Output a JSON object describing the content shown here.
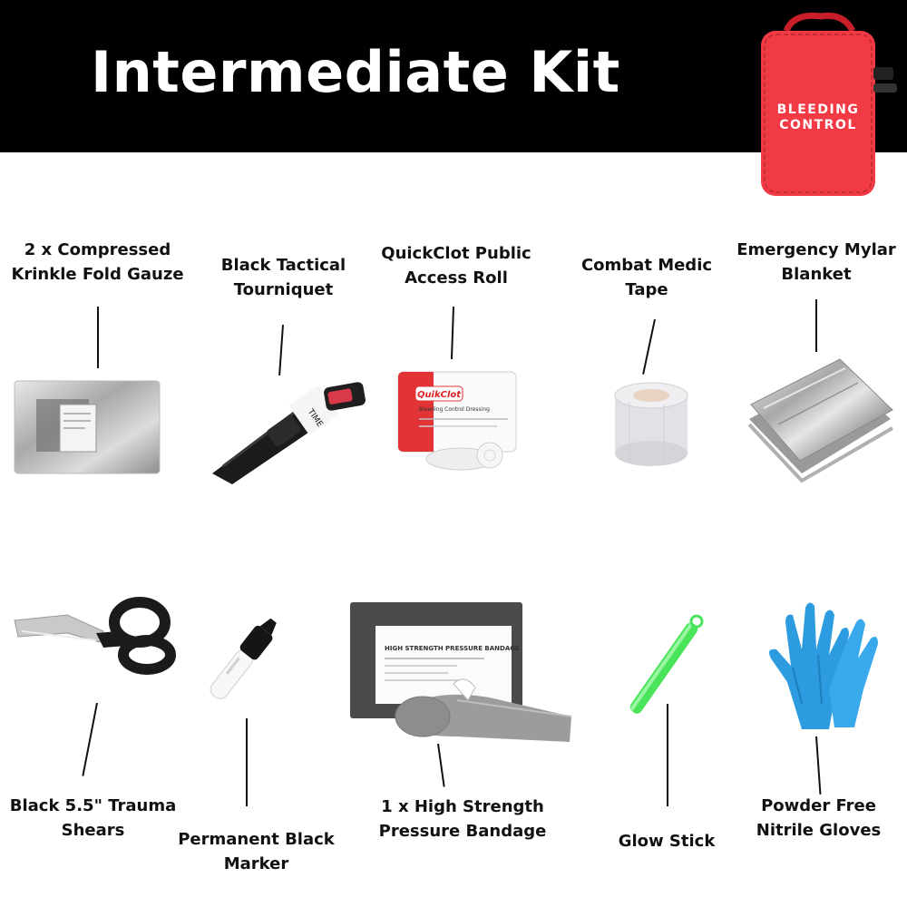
{
  "header": {
    "title": "Intermediate Kit",
    "background": "#000000",
    "title_color": "#ffffff"
  },
  "bag": {
    "icon": "red-bleeding-control-bag",
    "line1": "BLEEDING",
    "line2": "CONTROL",
    "color": "#f23a44"
  },
  "items": [
    {
      "id": "gauze",
      "label": "2 x Compressed\nKrinkle Fold Gauze",
      "icon": "foil-gauze-pack"
    },
    {
      "id": "tourniquet",
      "label": "Black Tactical\nTourniquet",
      "icon": "tourniquet",
      "tag": "TIME"
    },
    {
      "id": "quikclot",
      "label": "QuickClot Public\nAccess Roll",
      "icon": "quikclot-package",
      "brand": "QuikClot",
      "subtitle": "Bleeding Control Dressing"
    },
    {
      "id": "tape",
      "label": "Combat Medic\nTape",
      "icon": "tape-roll"
    },
    {
      "id": "mylar",
      "label": "Emergency Mylar\nBlanket",
      "icon": "mylar-blanket"
    },
    {
      "id": "shears",
      "label": "Black 5.5\" Trauma\nShears",
      "icon": "trauma-shears"
    },
    {
      "id": "marker",
      "label": "Permanent Black\nMarker",
      "icon": "marker"
    },
    {
      "id": "bandage",
      "label": "1 x High Strength\nPressure Bandage",
      "icon": "pressure-bandage",
      "pack_text": "HIGH STRENGTH PRESSURE BANDAGE"
    },
    {
      "id": "glowstick",
      "label": "Glow Stick",
      "icon": "glow-stick",
      "color": "#39e84a"
    },
    {
      "id": "gloves",
      "label": "Powder Free\nNitrile Gloves",
      "icon": "nitrile-gloves",
      "color": "#2d9be0"
    }
  ]
}
